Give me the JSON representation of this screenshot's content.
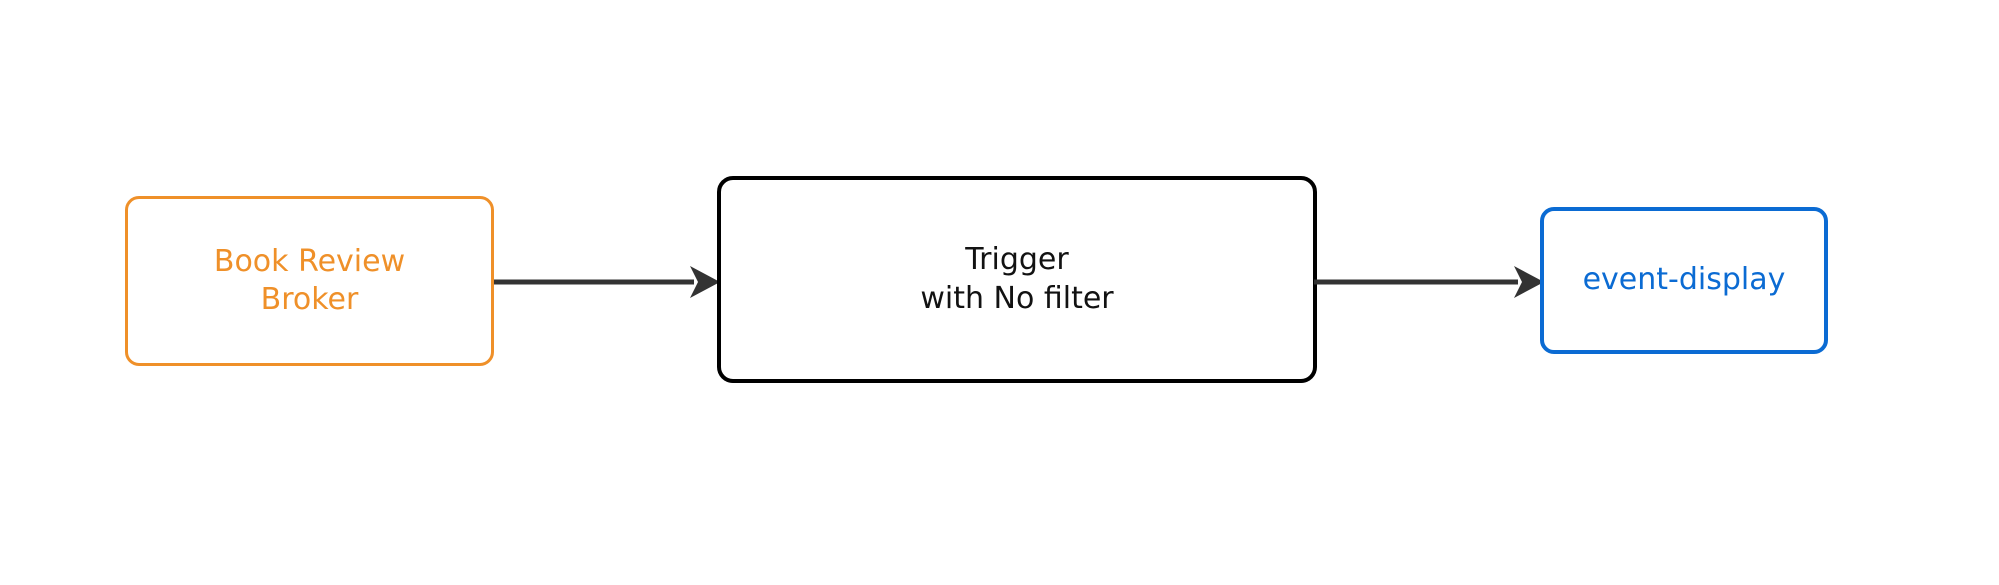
{
  "diagram": {
    "type": "flowchart",
    "direction": "left-to-right",
    "background_color": "#ffffff",
    "nodes": [
      {
        "id": "source",
        "label_lines": [
          "Book Review",
          "Broker"
        ],
        "line1": "Book Review",
        "line2": "Broker",
        "shape": "rounded-rectangle",
        "stroke_color": "#ef9029",
        "text_color": "#ef9029",
        "fill_color": "#ffffff"
      },
      {
        "id": "trigger",
        "label_lines": [
          "Trigger",
          "with No filter"
        ],
        "line1": "Trigger",
        "line2": "with No filter",
        "shape": "rounded-rectangle",
        "stroke_color": "#000000",
        "text_color": "#121212",
        "fill_color": "#ffffff"
      },
      {
        "id": "sink",
        "label_lines": [
          "event-display"
        ],
        "line1": "event-display",
        "shape": "rounded-rectangle",
        "stroke_color": "#0b6bd3",
        "text_color": "#0b6bd3",
        "fill_color": "#ffffff"
      }
    ],
    "edges": [
      {
        "id": "source-to-trigger",
        "from": "source",
        "to": "trigger",
        "label": "",
        "arrowhead": "filled-triangle",
        "color": "#333333"
      },
      {
        "id": "trigger-to-sink",
        "from": "trigger",
        "to": "sink",
        "label": "",
        "arrowhead": "filled-triangle",
        "color": "#333333"
      }
    ]
  }
}
